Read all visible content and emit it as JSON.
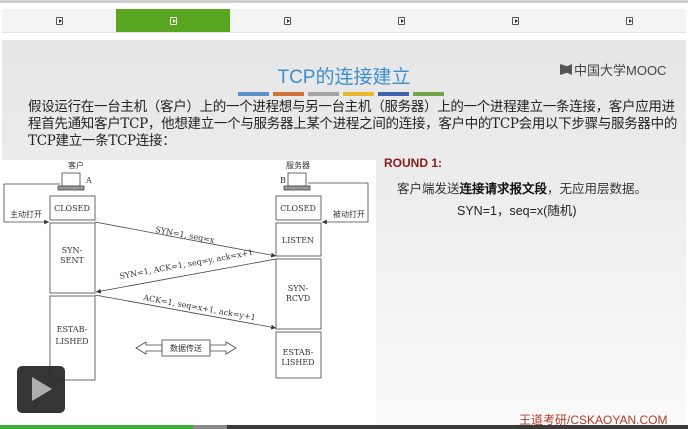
{
  "tabs": [
    {
      "icon": "play-icon",
      "active": false
    },
    {
      "icon": "play-icon",
      "active": true
    },
    {
      "icon": "play-icon",
      "active": false
    },
    {
      "icon": "play-icon",
      "active": false
    },
    {
      "icon": "play-icon",
      "active": false
    },
    {
      "icon": "play-icon",
      "active": false
    }
  ],
  "slide": {
    "title": "TCP的连接建立",
    "title_bar_colors": [
      "#5b8fc7",
      "#d2733a",
      "#a5a5a5",
      "#e9b92c",
      "#3f63a8",
      "#6fa64a"
    ],
    "logo": "中国大学MOOC",
    "intro": "假设运行在一台主机（客户）上的一个进程想与另一台主机（服务器）上的一个进程建立一条连接，客户应用进程首先通知客户TCP，他想建立一个与服务器上某个进程之间的连接，客户中的TCP会用以下步骤与服务器中的TCP建立一条TCP连接：",
    "round_title": "ROUND 1:",
    "desc_prefix": "客户端发送",
    "desc_bold": "连接请求报文段",
    "desc_suffix": "，无应用层数据。",
    "syn_line": "SYN=1，seq=x(随机)",
    "footer": "王道考研/CSKAOYAN.COM"
  },
  "diagram": {
    "client_label": "客户",
    "client_tag": "A",
    "server_label": "服务器",
    "server_tag": "B",
    "active_open": "主动打开",
    "passive_open": "被动打开",
    "client_states": [
      "CLOSED",
      "SYN-",
      "SENT",
      "ESTAB-",
      "LISHED"
    ],
    "server_states": [
      "CLOSED",
      "LISTEN",
      "SYN-",
      "RCVD",
      "ESTAB-",
      "LISHED"
    ],
    "msg1": "SYN=1, seq=x",
    "msg2": "SYN=1, ACK=1, seq=y, ack=x+1",
    "msg3": "ACK=1, seq=x+1, ack=y+1",
    "data_transfer": "数据传送"
  },
  "player": {
    "played_fraction": 0.28,
    "buffered_fraction": 0.33,
    "accent": "#3cae3c"
  }
}
